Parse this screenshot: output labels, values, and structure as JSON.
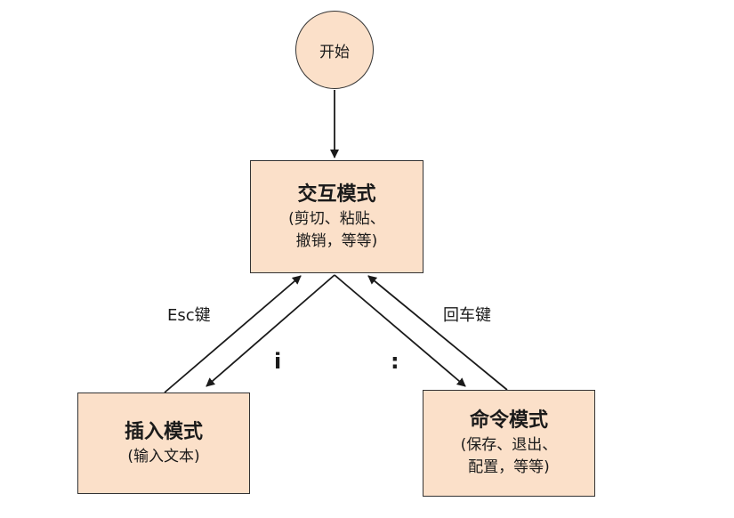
{
  "nodes": {
    "start": {
      "label": "开始"
    },
    "interactive": {
      "title": "交互模式",
      "desc_line1": "(剪切、粘贴、",
      "desc_line2": "撤销，等等)"
    },
    "insert": {
      "title": "插入模式",
      "desc_line1": "(输入文本)"
    },
    "command": {
      "title": "命令模式",
      "desc_line1": "(保存、退出、",
      "desc_line2": "配置，等等)"
    }
  },
  "edges": {
    "insert_to_interactive": "Esc键",
    "interactive_to_insert": "i",
    "interactive_to_command": ":",
    "command_to_interactive": "回车键"
  },
  "colors": {
    "node_fill": "#fbe0c9",
    "stroke": "#333333"
  }
}
